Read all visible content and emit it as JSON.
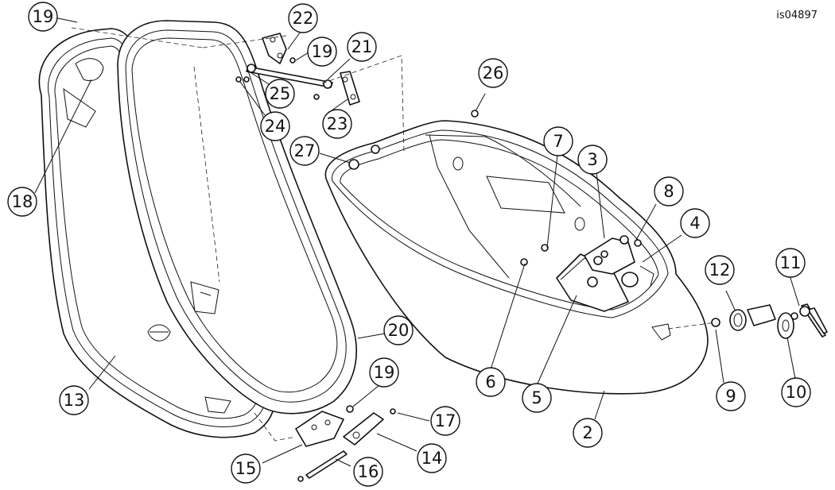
{
  "reference_id": "is04897",
  "callouts": [
    {
      "id": "2"
    },
    {
      "id": "3"
    },
    {
      "id": "4"
    },
    {
      "id": "5"
    },
    {
      "id": "6"
    },
    {
      "id": "7"
    },
    {
      "id": "8"
    },
    {
      "id": "9"
    },
    {
      "id": "10"
    },
    {
      "id": "11"
    },
    {
      "id": "12"
    },
    {
      "id": "13"
    },
    {
      "id": "14"
    },
    {
      "id": "15"
    },
    {
      "id": "16"
    },
    {
      "id": "17"
    },
    {
      "id": "18"
    },
    {
      "id": "19a",
      "label": "19"
    },
    {
      "id": "19b",
      "label": "19"
    },
    {
      "id": "19c",
      "label": "19"
    },
    {
      "id": "20"
    },
    {
      "id": "21"
    },
    {
      "id": "22"
    },
    {
      "id": "23"
    },
    {
      "id": "24"
    },
    {
      "id": "25"
    },
    {
      "id": "26"
    },
    {
      "id": "27"
    }
  ]
}
